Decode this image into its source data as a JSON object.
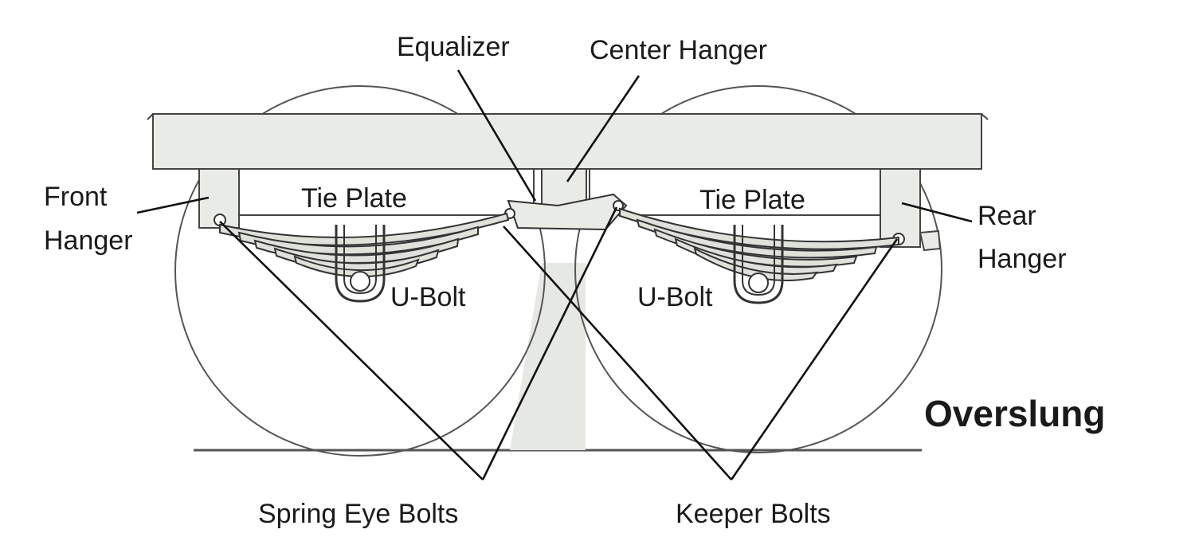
{
  "title": "Overslung",
  "labels": {
    "equalizer": "Equalizer",
    "center_hanger": "Center Hanger",
    "front_hanger_line1": "Front",
    "front_hanger_line2": "Hanger",
    "rear_hanger_line1": "Rear",
    "rear_hanger_line2": "Hanger",
    "tie_plate_left": "Tie Plate",
    "tie_plate_right": "Tie Plate",
    "u_bolt_left": "U-Bolt",
    "u_bolt_right": "U-Bolt",
    "spring_eye_bolts": "Spring Eye Bolts",
    "keeper_bolts": "Keeper Bolts"
  }
}
